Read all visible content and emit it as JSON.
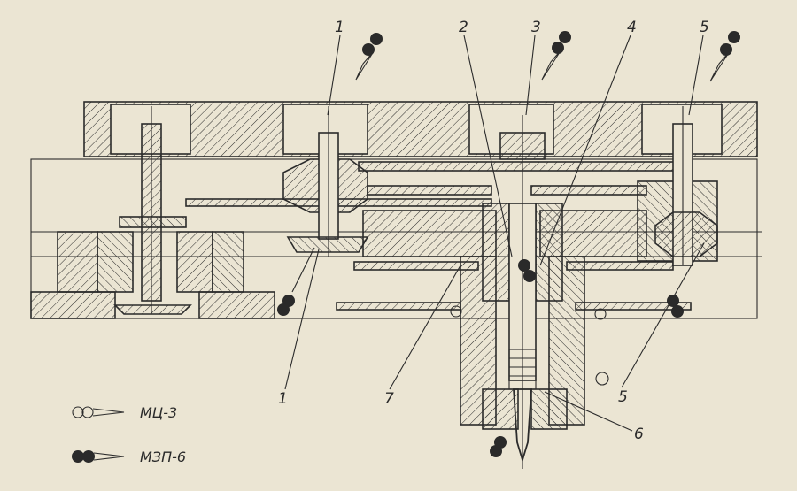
{
  "callouts": {
    "c1_top": "1",
    "c2": "2",
    "c3": "3",
    "c4": "4",
    "c5_top": "5",
    "c1_bottom": "1",
    "c7": "7",
    "c6": "6",
    "c5_bottom": "5"
  },
  "legend": {
    "item1": "МЦ-3",
    "item2": "МЗП-6"
  },
  "colors": {
    "paper": "#ebe5d3",
    "ink": "#2b2b2b"
  }
}
